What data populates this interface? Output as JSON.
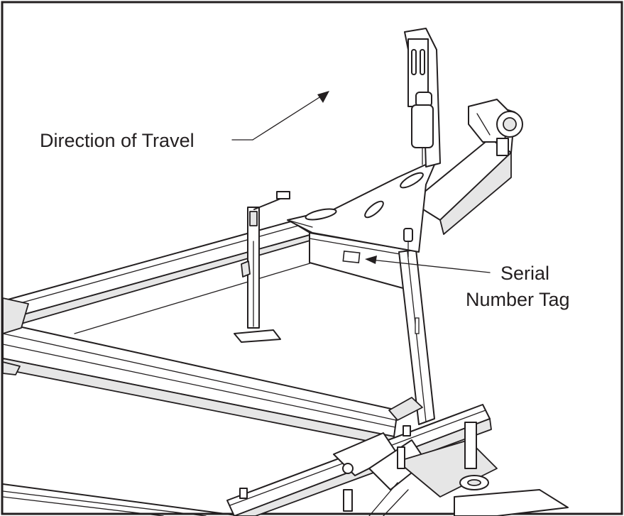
{
  "labels": {
    "direction": "Direction of Travel",
    "serial_line1": "Serial",
    "serial_line2": "Number Tag"
  },
  "colors": {
    "line": "#231f20",
    "background": "#ffffff",
    "shade": "#e6e6e6"
  }
}
